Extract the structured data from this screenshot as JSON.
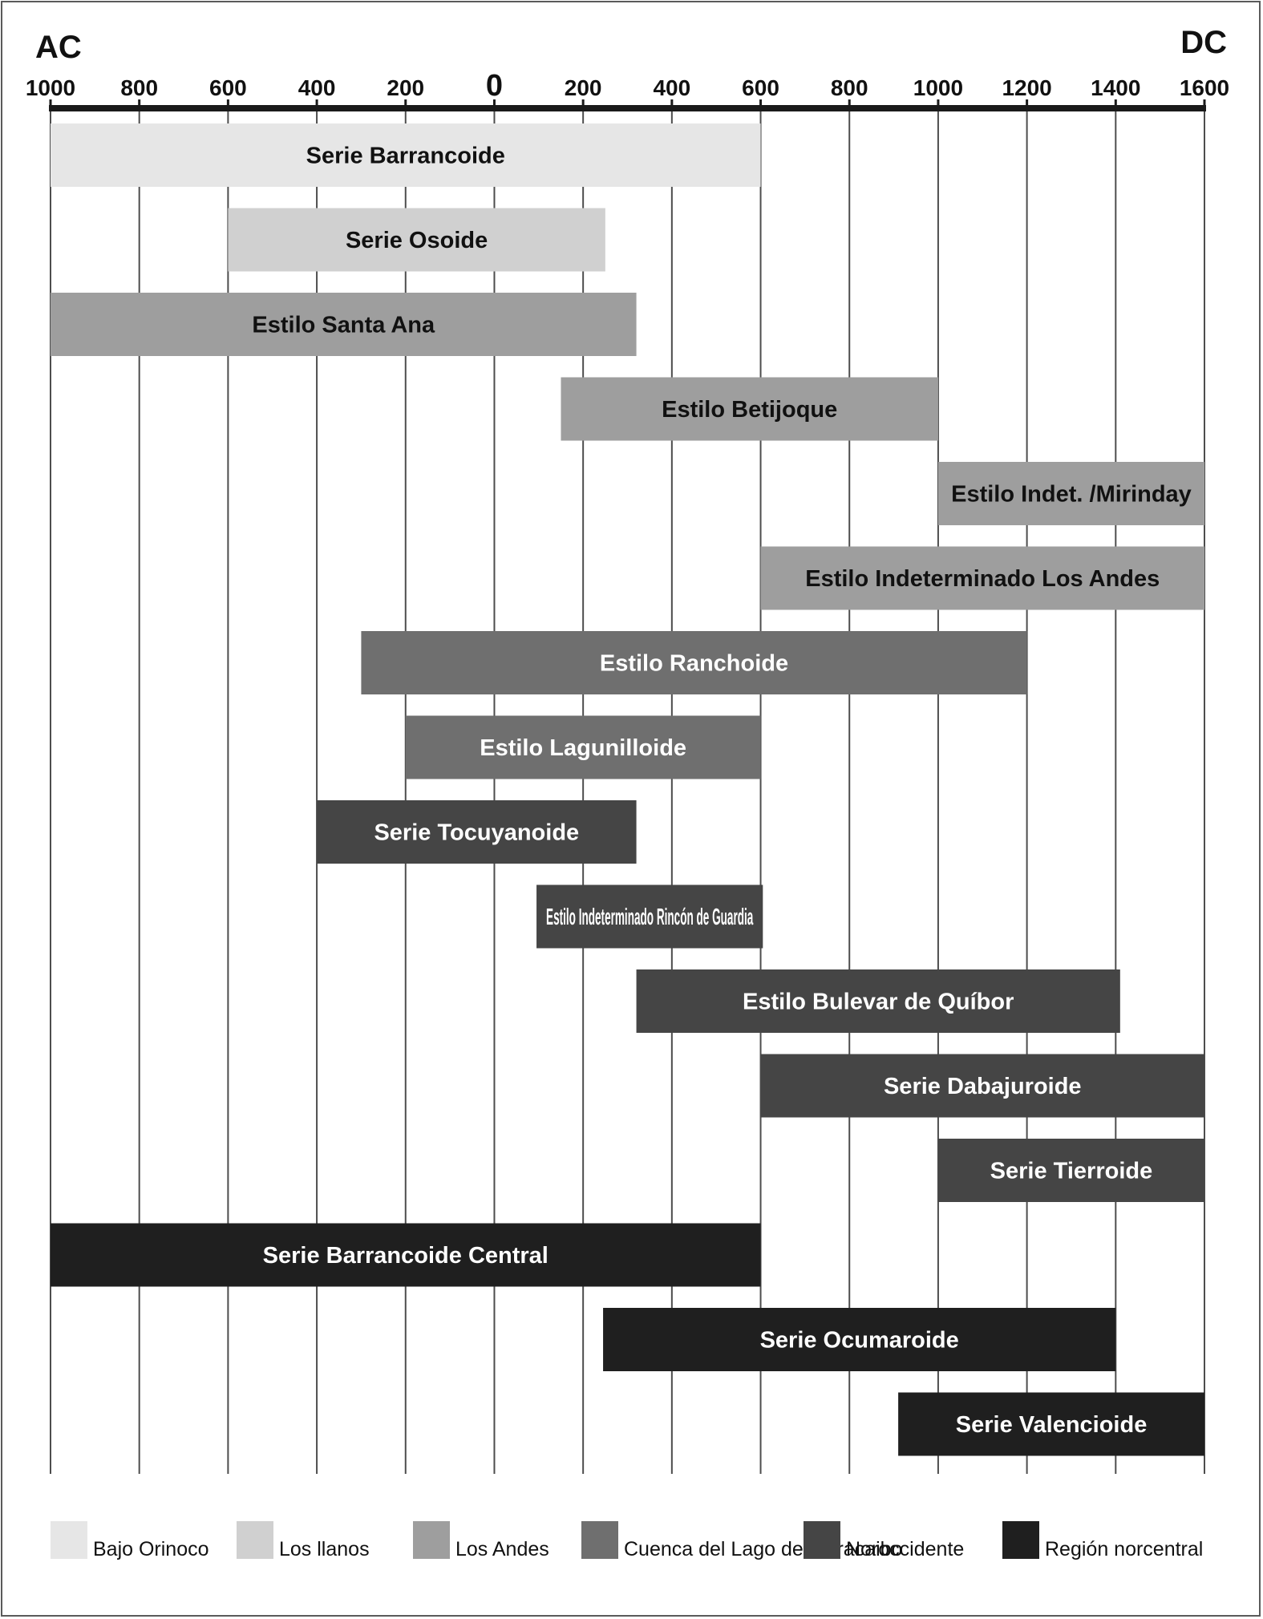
{
  "chart_data": {
    "type": "gantt",
    "era_labels": {
      "left": "AC",
      "right": "DC"
    },
    "x_tick_labels": [
      "1000",
      "800",
      "600",
      "400",
      "200",
      "0",
      "200",
      "400",
      "600",
      "800",
      "1000",
      "1200",
      "1400",
      "1600"
    ],
    "x_ticks": [
      -1000,
      -800,
      -600,
      -400,
      -200,
      0,
      200,
      400,
      600,
      800,
      1000,
      1200,
      1400,
      1600
    ],
    "xlim": [
      -1000,
      1600
    ],
    "grid": true,
    "legend_position": "bottom",
    "regions": [
      {
        "name": "Bajo Orinoco",
        "color": "#e6e6e6",
        "text_color": "#111111"
      },
      {
        "name": "Los llanos",
        "color": "#d0d0d0",
        "text_color": "#111111"
      },
      {
        "name": "Los Andes",
        "color": "#9e9e9e",
        "text_color": "#111111"
      },
      {
        "name": "Cuenca del Lago de Maracaibo",
        "color": "#6f6f6f",
        "text_color": "#ffffff"
      },
      {
        "name": "Noroccidente",
        "color": "#454545",
        "text_color": "#ffffff"
      },
      {
        "name": "Región norcentral",
        "color": "#1f1f1f",
        "text_color": "#ffffff"
      }
    ],
    "bars": [
      {
        "label": "Serie Barrancoide",
        "start": -1000,
        "end": 600,
        "region": 0
      },
      {
        "label": "Serie Osoide",
        "start": -600,
        "end": 250,
        "region": 1
      },
      {
        "label": "Estilo Santa Ana",
        "start": -1000,
        "end": 320,
        "region": 2
      },
      {
        "label": "Estilo Betijoque",
        "start": 150,
        "end": 1000,
        "region": 2
      },
      {
        "label": "Estilo Indet. /Mirinday",
        "start": 1000,
        "end": 1600,
        "region": 2
      },
      {
        "label": "Estilo Indeterminado Los Andes",
        "start": 600,
        "end": 1600,
        "region": 2
      },
      {
        "label": "Estilo Ranchoide",
        "start": -300,
        "end": 1200,
        "region": 3
      },
      {
        "label": "Estilo Lagunilloide",
        "start": -200,
        "end": 600,
        "region": 3
      },
      {
        "label": "Serie Tocuyanoide",
        "start": -400,
        "end": 320,
        "region": 4
      },
      {
        "label": "Estilo Indeterminado Rincón de Guardia",
        "start": 95,
        "end": 605,
        "region": 4
      },
      {
        "label": "Estilo Bulevar de Quíbor",
        "start": 320,
        "end": 1410,
        "region": 4
      },
      {
        "label": "Serie Dabajuroide",
        "start": 600,
        "end": 1600,
        "region": 4
      },
      {
        "label": "Serie Tierroide",
        "start": 1000,
        "end": 1600,
        "region": 4
      },
      {
        "label": "Serie Barrancoide Central",
        "start": -1000,
        "end": 600,
        "region": 5
      },
      {
        "label": "Serie Ocumaroide",
        "start": 245,
        "end": 1400,
        "region": 5
      },
      {
        "label": "Serie Valencioide",
        "start": 910,
        "end": 1600,
        "region": 5
      }
    ]
  }
}
